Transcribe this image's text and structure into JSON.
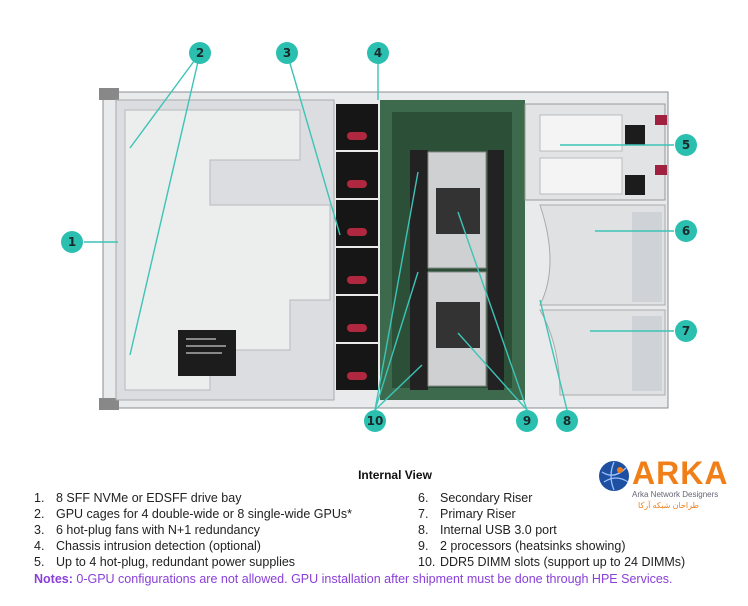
{
  "diagram": {
    "callouts": [
      "1",
      "2",
      "3",
      "4",
      "5",
      "6",
      "7",
      "8",
      "9",
      "10"
    ],
    "callout_color": "#2bbfb0"
  },
  "title": "Internal View",
  "legend_left": [
    {
      "n": "1.",
      "text": "8 SFF NVMe or EDSFF drive bay"
    },
    {
      "n": "2.",
      "text": "GPU cages for 4 double-wide or 8 single-wide GPUs*"
    },
    {
      "n": "3.",
      "text": "6 hot-plug fans with N+1 redundancy"
    },
    {
      "n": "4.",
      "text": "Chassis intrusion detection (optional)"
    },
    {
      "n": "5.",
      "text": "Up to 4 hot-plug, redundant power supplies"
    }
  ],
  "legend_right": [
    {
      "n": "6.",
      "text": "Secondary Riser"
    },
    {
      "n": "7.",
      "text": "Primary Riser"
    },
    {
      "n": "8.",
      "text": "Internal USB 3.0 port"
    },
    {
      "n": "9.",
      "text": "2 processors (heatsinks showing)"
    },
    {
      "n": "10.",
      "text": "DDR5 DIMM slots (support up to 24 DIMMs)"
    }
  ],
  "notes": {
    "label": "Notes:",
    "text": " 0-GPU configurations are not allowed.  GPU installation after shipment must be done through HPE Services.",
    "color": "#8a3fd8"
  },
  "logo": {
    "word": "ARKA",
    "subtitle": "Arka Network Designers",
    "persian": "طراحان شبکه آرکا",
    "color": "#f07f1a"
  }
}
